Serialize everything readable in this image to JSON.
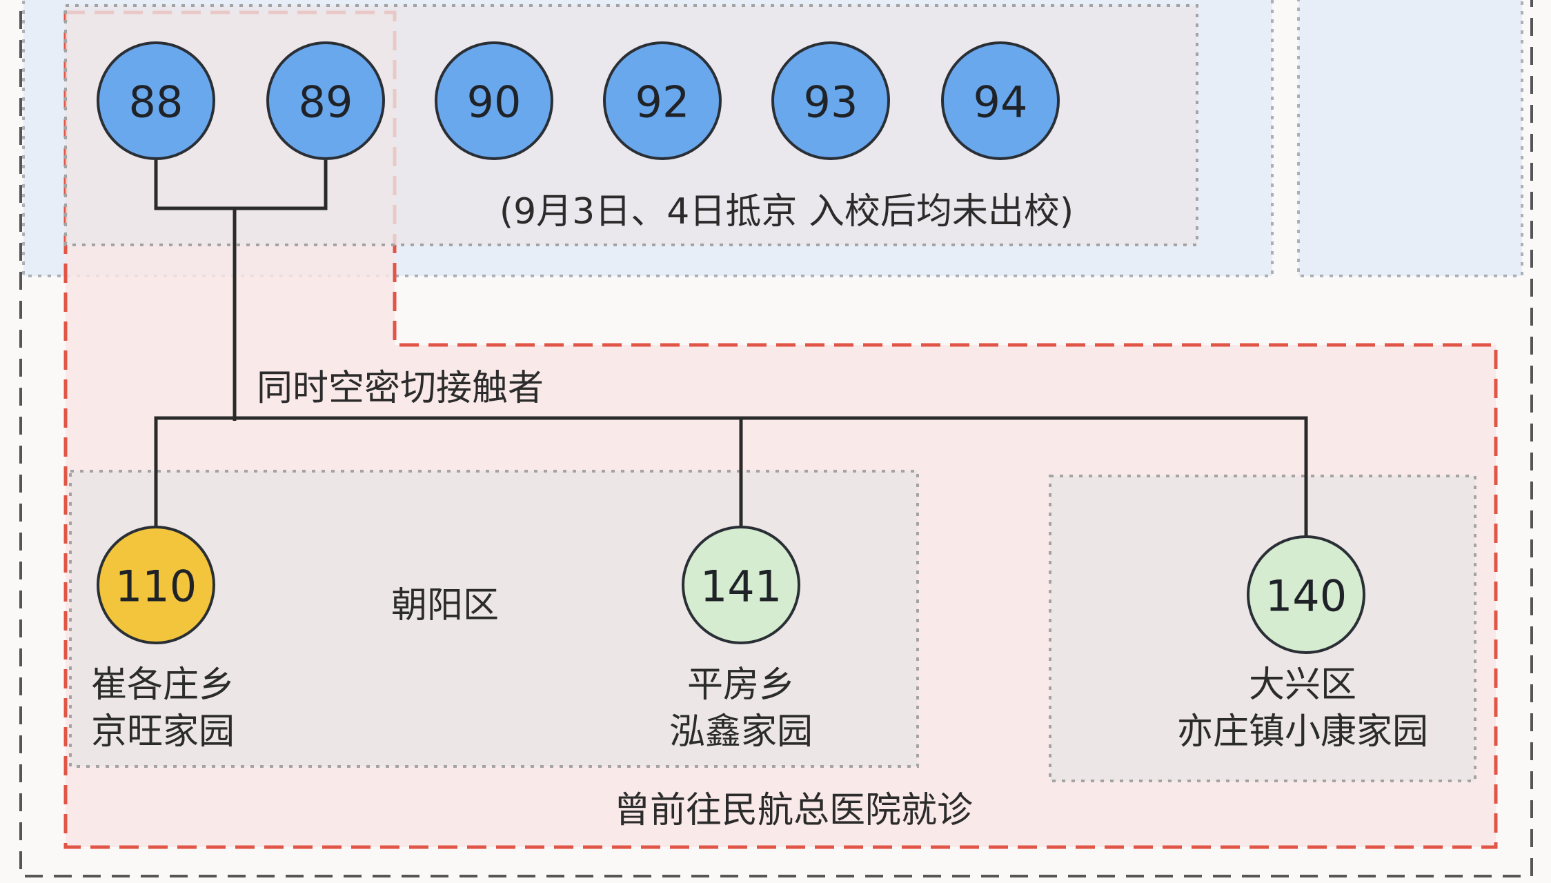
{
  "colors": {
    "school_node": "#6aa8ee",
    "yellow_node": "#f2c53d",
    "green_node": "#d5ecd0",
    "blue_zone": "#e7eef8",
    "red_zone": "#f8e6e6",
    "grey_zone": "#ede6e6",
    "red_border": "#e05546"
  },
  "school_cases": [
    {
      "id": "88"
    },
    {
      "id": "89"
    },
    {
      "id": "90"
    },
    {
      "id": "92"
    },
    {
      "id": "93"
    },
    {
      "id": "94"
    }
  ],
  "school_note": "(9月3日、4日抵京  入校后均未出校)",
  "contact_label": "同时空密切接触者",
  "contacts": [
    {
      "id": "110",
      "color": "yellow",
      "location_line1": "崔各庄乡",
      "location_line2": "京旺家园"
    },
    {
      "id": "141",
      "color": "green",
      "location_line1": "平房乡",
      "location_line2": "泓鑫家园"
    },
    {
      "id": "140",
      "color": "green",
      "location_line1": "大兴区",
      "location_line2": "亦庄镇小康家园"
    }
  ],
  "district_chaoyang": "朝阳区",
  "hospital_note": "曾前往民航总医院就诊"
}
